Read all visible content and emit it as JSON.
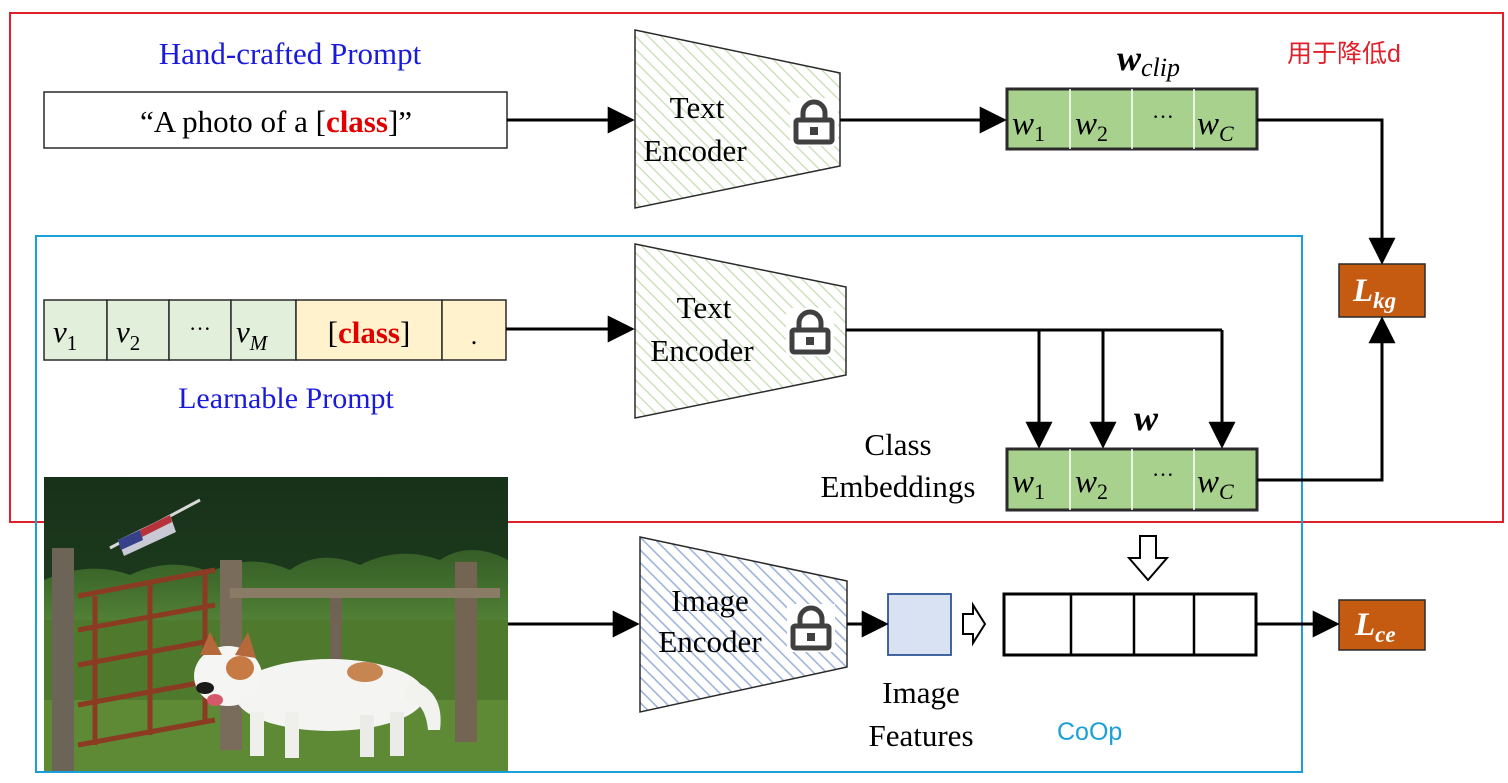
{
  "colors": {
    "outer_frame": "#e0202a",
    "inner_frame": "#1aa0d8",
    "prompt_label": "#1a1adc",
    "class_word": "#e00000",
    "embedding_fill": "#a9d18e",
    "embedding_edge": "#2a2a2a",
    "learnable_token_fill": "#e2efda",
    "class_token_fill": "#fff2cc",
    "loss_fill": "#c55a11",
    "feature_fill": "#d9e2f3",
    "text_encoder_hatch": "#c8dcb4",
    "image_encoder_hatch": "#9fb4da"
  },
  "labels": {
    "hand_crafted": "Hand-crafted Prompt",
    "learnable": "Learnable Prompt",
    "chinese_note": "用于降低d",
    "coop": "CoOp",
    "class_emb_line1": "Class",
    "class_emb_line2": "Embeddings",
    "img_feat_line1": "Image",
    "img_feat_line2": "Features"
  },
  "prompt": {
    "prefix": "“A photo of a [",
    "class_word": "class",
    "suffix": "]”"
  },
  "learnable_tokens": {
    "v1": "v",
    "v1_sub": "1",
    "v2": "v",
    "v2_sub": "2",
    "dots": "···",
    "vm": "v",
    "vm_sub": "M",
    "class_open": "[",
    "class_word": "class",
    "class_close": "]",
    "period": "."
  },
  "encoders": {
    "text1_line1": "Text",
    "text1_line2": "Encoder",
    "text2_line1": "Text",
    "text2_line2": "Encoder",
    "image_line1": "Image",
    "image_line2": "Encoder"
  },
  "embeddings": {
    "clip_title": "w",
    "clip_title_sub": "clip",
    "learned_title": "w",
    "clip": [
      {
        "main": "w",
        "sub": "1"
      },
      {
        "main": "w",
        "sub": "2"
      },
      {
        "main": "···",
        "sub": ""
      },
      {
        "main": "w",
        "sub": "C"
      }
    ],
    "learned": [
      {
        "main": "w",
        "sub": "1"
      },
      {
        "main": "w",
        "sub": "2"
      },
      {
        "main": "···",
        "sub": ""
      },
      {
        "main": "w",
        "sub": "C"
      }
    ]
  },
  "losses": {
    "kg_main": "L",
    "kg_sub": "kg",
    "ce_main": "L",
    "ce_sub": "ce"
  },
  "icons": {
    "lock": "lock-icon",
    "photo": "dog-photo-icon"
  }
}
